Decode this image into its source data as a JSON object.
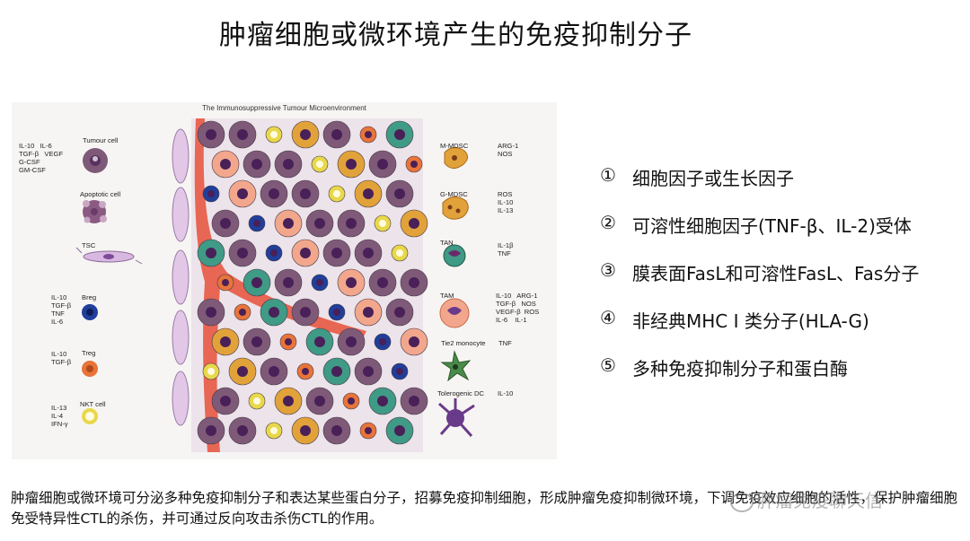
{
  "slide_title": "肿瘤细胞或微环境产生的免疫抑制分子",
  "figure": {
    "title": "The Immunosuppressive Tumour Microenvironment",
    "left_legend": [
      {
        "name": "Tumour cell",
        "factors": "IL-10   IL-6\nTGF-β   VEGF\nG-CSF\nGM-CSF"
      },
      {
        "name": "Apoptotic cell",
        "factors": ""
      },
      {
        "name": "TSC",
        "factors": ""
      },
      {
        "name": "Breg",
        "factors": "IL-10\nTGF-β\nTNF\nIL-6"
      },
      {
        "name": "Treg",
        "factors": "IL-10\nTGF-β"
      },
      {
        "name": "NKT cell",
        "factors": "IL-13\nIL-4\nIFN-γ"
      }
    ],
    "right_legend": [
      {
        "name": "M-MDSC",
        "factors": "ARG-1\nNOS"
      },
      {
        "name": "G-MDSC",
        "factors": "ROS\nIL-10\nIL-13"
      },
      {
        "name": "TAN",
        "factors": "IL-1β\nTNF"
      },
      {
        "name": "TAM",
        "factors": "IL-10   ARG-1\nTGF-β   NOS\nVEGF-β  ROS\nIL-6    IL-1"
      },
      {
        "name": "Tie2 monocyte",
        "factors": "TNF"
      },
      {
        "name": "Tolerogenic DC",
        "factors": "IL-10"
      }
    ]
  },
  "list_items": [
    {
      "num": "①",
      "text": "细胞因子或生长因子"
    },
    {
      "num": "②",
      "text": "可溶性细胞因子(TNF-β、IL-2)受体"
    },
    {
      "num": "③",
      "text": "膜表面FasL和可溶性FasL、Fas分子"
    },
    {
      "num": "④",
      "text": "非经典MHC I 类分子(HLA-G)"
    },
    {
      "num": "⑤",
      "text": "多种免疫抑制分子和蛋白酶"
    }
  ],
  "caption": "肿瘤细胞或微环境可分泌多种免疫抑制分子和表达某些蛋白分子，招募免疫抑制细胞，形成肿瘤免疫抑制微环境，下调免疫效应细胞的活性，保护肿瘤细胞免受特异性CTL的杀伤，并可通过反向攻击杀伤CTL的作用。",
  "watermark": "肿瘤免疫聊天信",
  "colors": {
    "tumour": "#7e5a78",
    "tumour_nucleus": "#6b3a8a",
    "breg": "#1f3f9a",
    "treg": "#e8743a",
    "nkt": "#e8d84a",
    "vessel": "#e8503a",
    "tam": "#f2a78c",
    "mdsc": "#e2a23a",
    "tan": "#3f9a86",
    "tie2": "#4a8a4a",
    "dc": "#6a3a8a"
  }
}
